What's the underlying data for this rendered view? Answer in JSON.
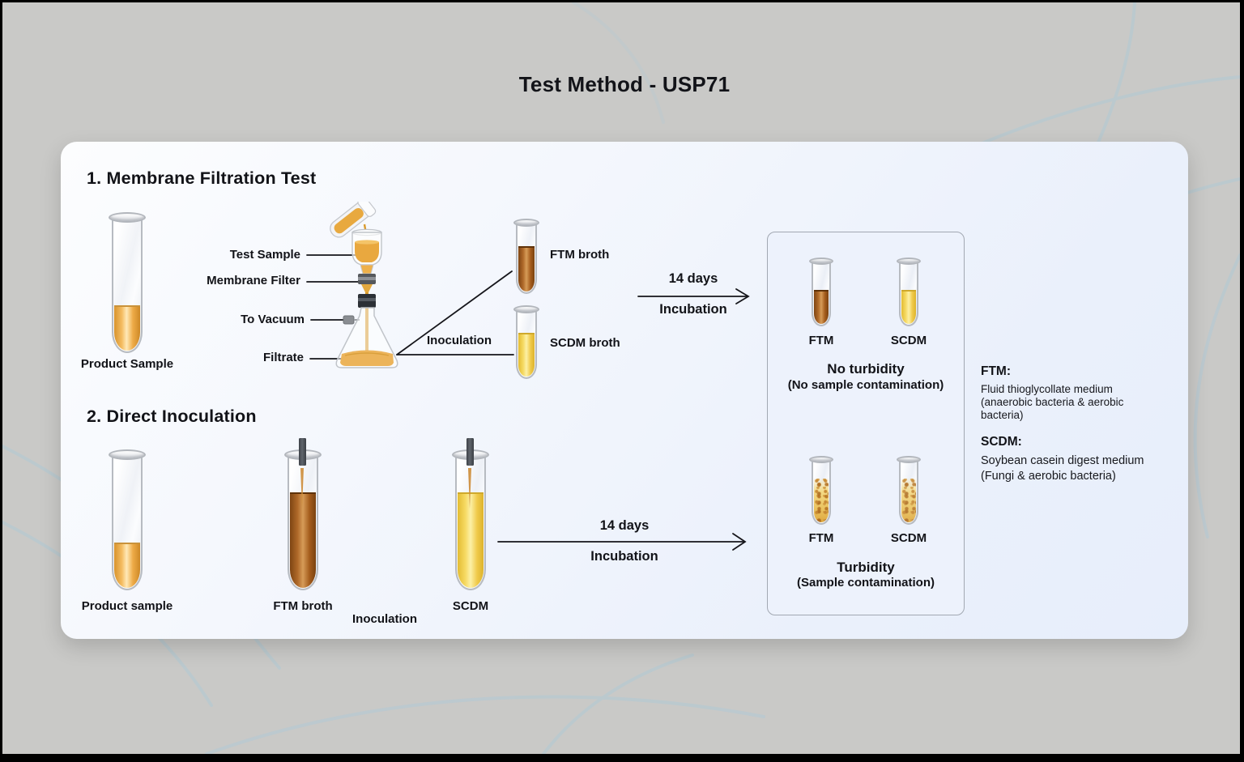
{
  "title": "Test Method - USP71",
  "sections": {
    "membrane": {
      "heading": "1. Membrane Filtration Test",
      "product_sample_label": "Product Sample",
      "apparatus": {
        "test_sample": "Test Sample",
        "membrane_filter": "Membrane Filter",
        "to_vacuum": "To Vacuum",
        "filtrate": "Filtrate"
      },
      "inoculation_label": "Inoculation",
      "ftm_broth_label": "FTM broth",
      "scdm_broth_label": "SCDM broth",
      "arrow": {
        "top": "14 days",
        "bottom": "Incubation"
      }
    },
    "direct": {
      "heading": "2. Direct Inoculation",
      "product_sample_label": "Product sample",
      "ftm_broth_label": "FTM broth",
      "inoculation_label": "Inoculation",
      "scdm_label": "SCDM",
      "arrow": {
        "top": "14 days",
        "bottom": "Incubation"
      }
    }
  },
  "results": {
    "negative": {
      "ftm": "FTM",
      "scdm": "SCDM",
      "line1": "No turbidity",
      "line2": "(No sample contamination)"
    },
    "positive": {
      "ftm": "FTM",
      "scdm": "SCDM",
      "line1": "Turbidity",
      "line2": "(Sample contamination)"
    }
  },
  "legend": {
    "ftm_term": "FTM:",
    "ftm_def": "Fluid thioglycollate medium (anaerobic bacteria & aerobic bacteria)",
    "scdm_term": "SCDM:",
    "scdm_def": "Soybean casein digest medium (Fungi & aerobic bacteria)"
  },
  "icons": {
    "test-tube": "css-tube-shape",
    "filtration-apparatus": "inline-svg",
    "erlenmeyer-flask": "inline-svg",
    "pipette": "css-shape",
    "arrow-right": "svg-line-chevron"
  },
  "colors": {
    "background": "#c9c9c7",
    "panel": "#eef3fc",
    "result_box": "#edf2fc",
    "line": "#15151a",
    "amber": "#e8a33d",
    "ftm_brown": "#a05a1e",
    "scdm_yellow": "#f2d054",
    "bg_curve_blue": "#b0c9d5"
  }
}
